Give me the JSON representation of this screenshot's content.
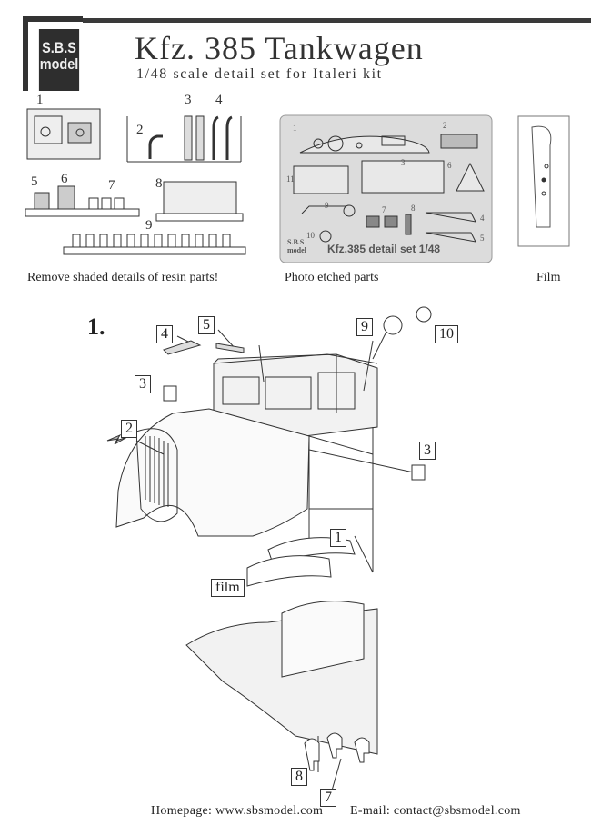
{
  "header": {
    "logo_line1": "S.B.S",
    "logo_line2": "model",
    "title": "Kfz. 385 Tankwagen",
    "subtitle": "1/48  scale detail set for Italeri kit"
  },
  "parts_overview": {
    "resin": {
      "numbers": [
        "1",
        "2",
        "3",
        "4",
        "5",
        "6",
        "7",
        "8",
        "9"
      ],
      "caption": "Remove shaded details of resin parts!"
    },
    "photo_etch": {
      "fret_text": "Kfz.385 detail set 1/48",
      "fret_logo": "S.B.S model",
      "numbers": [
        "1",
        "2",
        "3",
        "4",
        "5",
        "6",
        "7",
        "8",
        "9",
        "10",
        "11"
      ],
      "caption": "Photo etched parts"
    },
    "film": {
      "caption": "Film"
    }
  },
  "step": {
    "label": "1.",
    "callouts": [
      "4",
      "5",
      "3",
      "2",
      "9",
      "10",
      "3",
      "1",
      "film",
      "8",
      "7"
    ]
  },
  "footer": {
    "homepage": "Homepage: www.sbsmodel.com",
    "email": "E-mail: contact@sbsmodel.com"
  }
}
